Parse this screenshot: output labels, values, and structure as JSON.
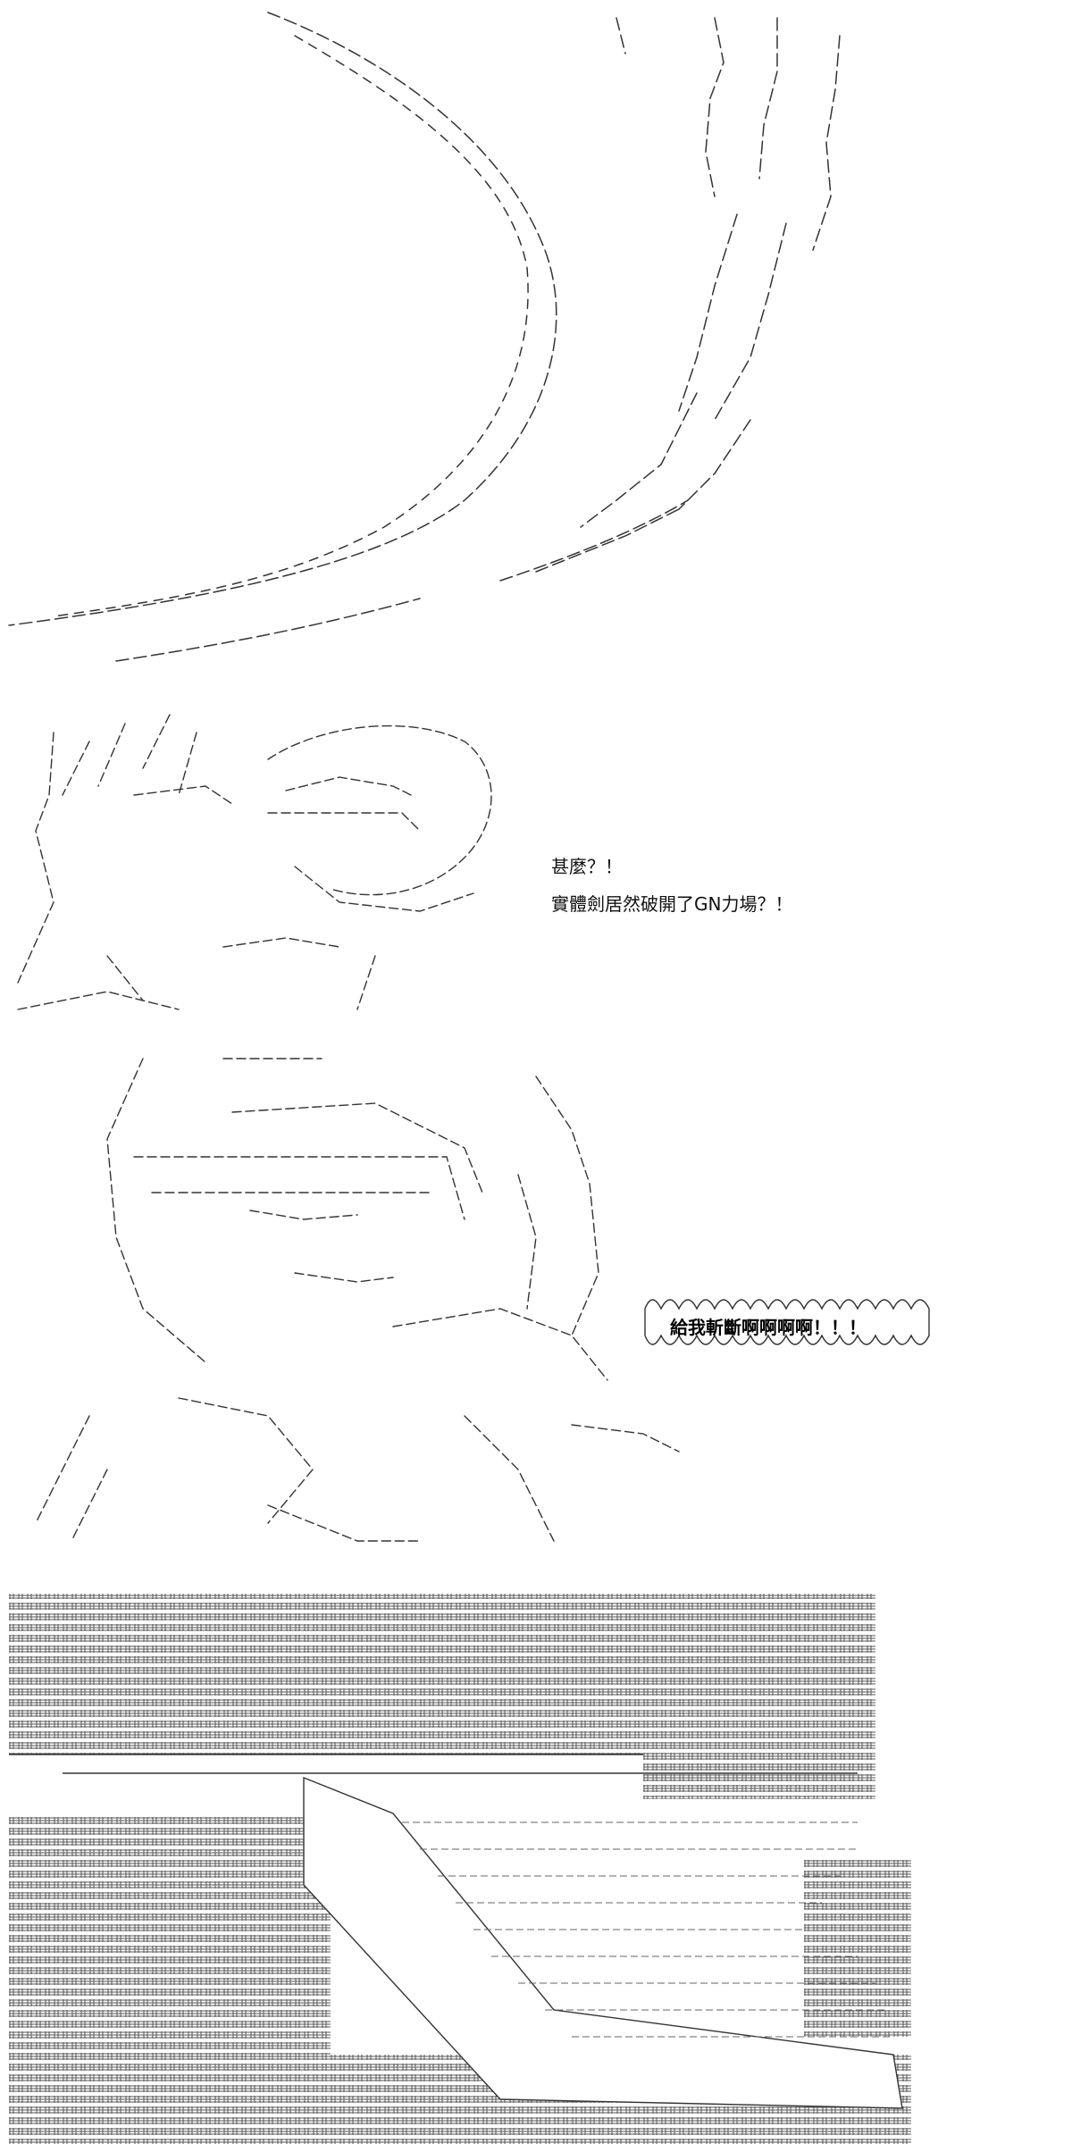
{
  "panel2": {
    "line1": "甚麼？！",
    "line2": "實體劍居然破開了GN力場？！"
  },
  "panel3": {
    "shout": "給我斬斷啊啊啊啊！！！"
  },
  "colors": {
    "ink": "#000000",
    "paper": "#ffffff"
  }
}
